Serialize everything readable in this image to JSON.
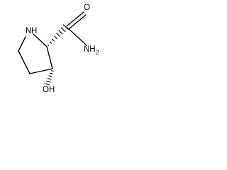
{
  "molecule": {
    "atoms": {
      "ring_n": "N",
      "ring_n_h": "H",
      "carbonyl_o": "O",
      "amide_n": "NH",
      "amide_n_sub": "2",
      "hydroxyl_o": "O",
      "hydroxyl_h": "H"
    },
    "colors": {
      "ink": "#000000",
      "background": "#ffffff"
    }
  }
}
